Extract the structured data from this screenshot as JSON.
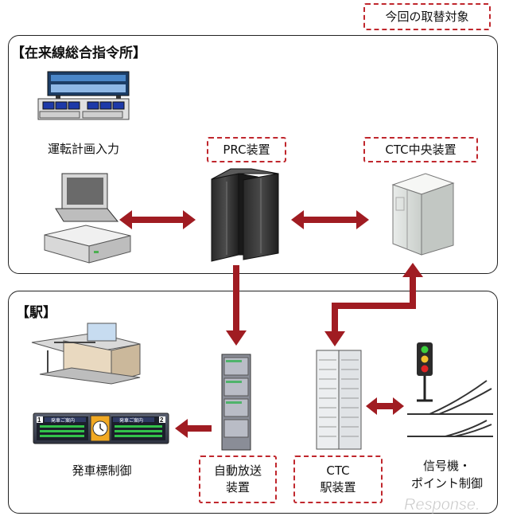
{
  "legend": {
    "label": "今回の取替対象"
  },
  "control_center": {
    "title": "【在来線総合指令所】",
    "schedule_input_label": "運転計画入力",
    "prc_label": "PRC装置",
    "ctc_central_label": "CTC中央装置"
  },
  "station": {
    "title": "【駅】",
    "announcement_label_line1": "自動放送",
    "announcement_label_line2": "装置",
    "ctc_station_label_line1": "CTC",
    "ctc_station_label_line2": "駅装置",
    "signal_label_line1": "信号機・",
    "signal_label_line2": "ポイント制御",
    "departure_board_label": "発車標制御",
    "board_track_left": "1",
    "board_track_right": "2",
    "board_heading_left": "発車ご案内",
    "board_heading_right": "発車ご案内"
  },
  "watermark": "Response.",
  "colors": {
    "arrow": "#a01c22",
    "dash_border": "#c0272d",
    "panel_border": "#222222"
  }
}
